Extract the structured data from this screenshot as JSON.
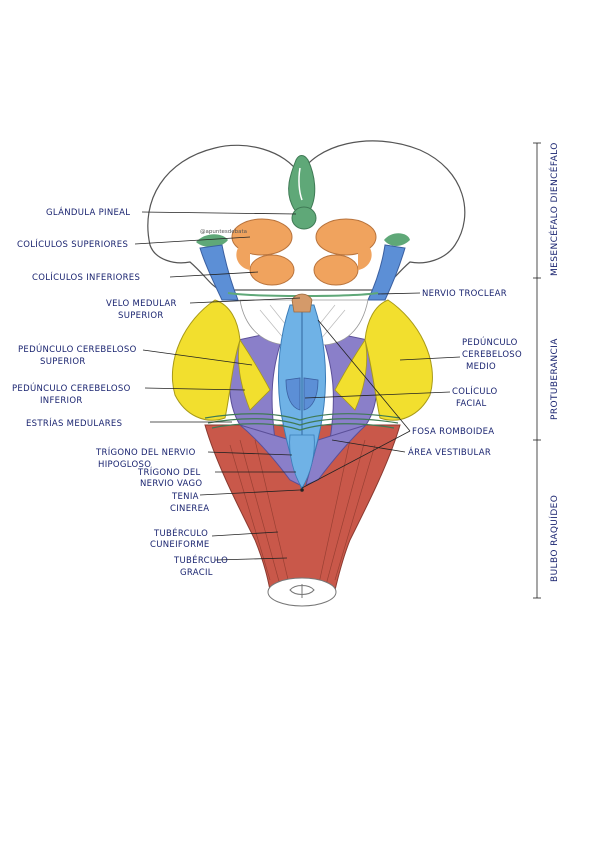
{
  "labels": {
    "glandula_pineal": "GLÁNDULA PINEAL",
    "coliculos_superiores": "COLÍCULOS SUPERIORES",
    "coliculos_inferiores": "COLÍCULOS INFERIORES",
    "velo_medular_1": "VELO MEDULAR",
    "velo_medular_2": "SUPERIOR",
    "ped_sup_1": "PEDÚNCULO CEREBELOSO",
    "ped_sup_2": "SUPERIOR",
    "ped_inf_1": "PEDÚNCULO CEREBELOSO",
    "ped_inf_2": "INFERIOR",
    "estrias": "ESTRÍAS MEDULARES",
    "trig_hipo_1": "TRÍGONO DEL NERVIO",
    "trig_hipo_2": "HIPOGLOSO",
    "trig_vago_1": "TRÍGONO DEL",
    "trig_vago_2": "NERVIO VAGO",
    "tenia_1": "TENIA",
    "tenia_2": "CINEREA",
    "tub_cun_1": "TUBÉRCULO",
    "tub_cun_2": "CUNEIFORME",
    "tub_gra_1": "TUBÉRCULO",
    "tub_gra_2": "GRACIL",
    "nervio_troclear": "NERVIO TROCLEAR",
    "ped_med_1": "PEDÚNCULO",
    "ped_med_2": "CEREBELOSO",
    "ped_med_3": "MEDIO",
    "coliculo_facial_1": "COLÍCULO",
    "coliculo_facial_2": "FACIAL",
    "fosa": "FOSA ROMBOIDEA",
    "area_vestibular": "ÁREA VESTIBULAR",
    "watermark": "@apuntesdebata"
  },
  "sections": {
    "mesencefalo": "MESENCÉFALO DIENCÉFALO",
    "protuberancia": "PROTUBERANCIA",
    "bulbo": "BULBO RAQUÍDEO"
  },
  "colors": {
    "green": "#5fa878",
    "orange": "#f0a35e",
    "blue": "#5c8fd6",
    "lightblue": "#6fb2e6",
    "yellow": "#f2df2e",
    "purple": "#8a7fc9",
    "red": "#c9584a",
    "label": "#1a2470"
  }
}
